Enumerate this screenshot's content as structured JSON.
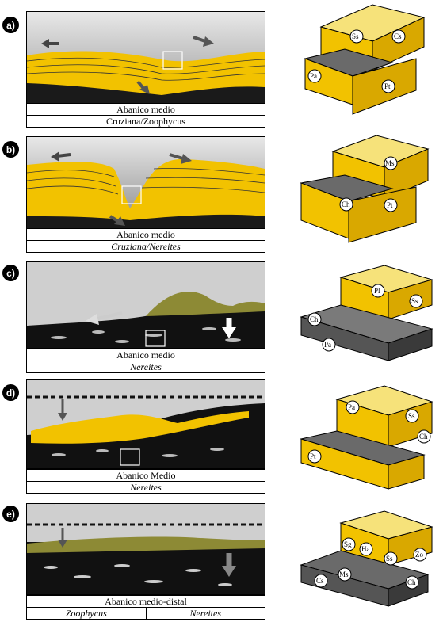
{
  "panels": [
    {
      "letter": "a)",
      "env": "Abanico medio",
      "facies": "Cruziana/Zoophycus",
      "facies_italic": false,
      "tags": [
        "Ss",
        "Cs",
        "Pa",
        "Pt"
      ]
    },
    {
      "letter": "b)",
      "env": "Abanico medio",
      "facies": "Cruziana/Nereites",
      "facies_italic": true,
      "tags": [
        "Ms",
        "Ch",
        "Pt"
      ]
    },
    {
      "letter": "c)",
      "env": "Abanico medio",
      "facies": "Nereites",
      "facies_italic": true,
      "tags": [
        "Pl",
        "Ss",
        "Ch",
        "Pa"
      ]
    },
    {
      "letter": "d)",
      "env": "Abanico Medio",
      "facies": "Nereites",
      "facies_italic": true,
      "tags": [
        "Pa",
        "Ss",
        "Ch",
        "Pt"
      ]
    },
    {
      "letter": "e)",
      "env": "Abanico medio-distal",
      "facies_left": "Zoophycus",
      "facies_right": "Nereites",
      "tags": [
        "Sg",
        "Ha",
        "Ss",
        "Zo",
        "Ms",
        "Cs",
        "Ch"
      ]
    }
  ],
  "colors": {
    "sand": "#f2c200",
    "sand_light": "#f6e27a",
    "mud": "#1a1a1a",
    "grey": "#cfcfcf",
    "block_grey": "#6a6a6a"
  }
}
